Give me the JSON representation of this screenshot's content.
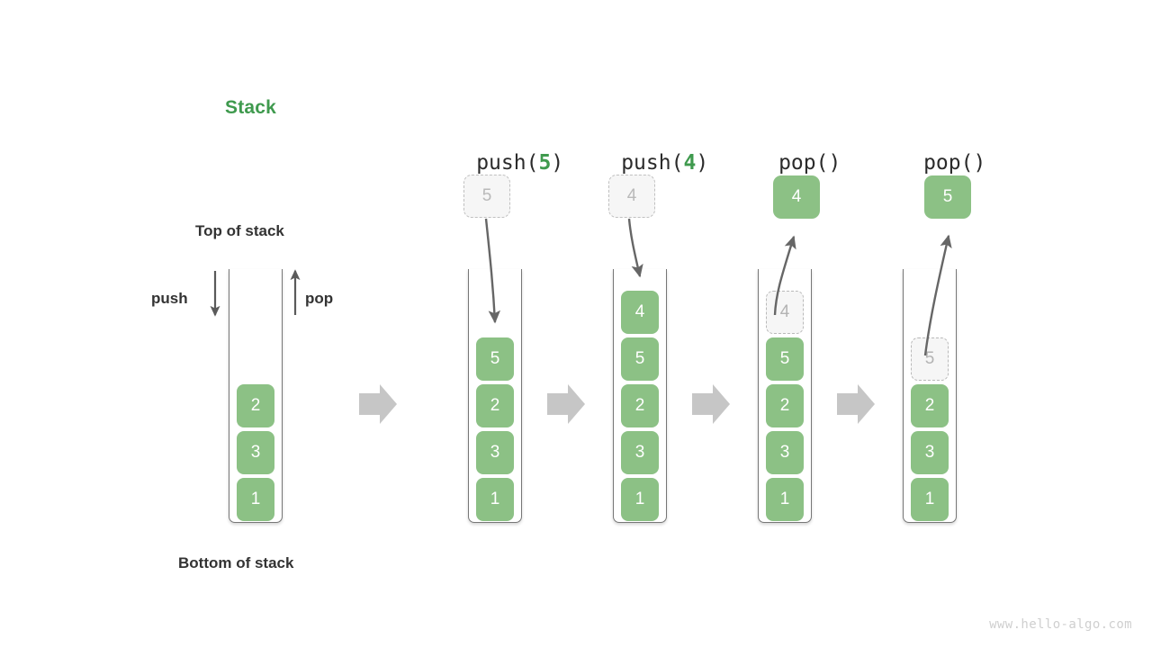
{
  "title": "Stack",
  "accent_color": "#3f9a4e",
  "cell_color": "#8cc185",
  "ghost_color": "#b3b3b3",
  "arrow_color": "#666666",
  "transition_arrow_color": "#c6c6c6",
  "labels": {
    "top_of_stack": "Top of stack",
    "bottom_of_stack": "Bottom of stack",
    "push": "push",
    "pop": "pop"
  },
  "base_stack": {
    "cells": [
      "2",
      "3",
      "1"
    ]
  },
  "columns": [
    {
      "header_prefix": "push(",
      "header_arg": "5",
      "header_suffix": ")",
      "operation": "push",
      "incoming_value": "5",
      "incoming_state": "ghost",
      "cells": [
        "5",
        "2",
        "3",
        "1"
      ],
      "ghost_index": -1
    },
    {
      "header_prefix": "push(",
      "header_arg": "4",
      "header_suffix": ")",
      "operation": "push",
      "incoming_value": "4",
      "incoming_state": "ghost",
      "cells": [
        "4",
        "5",
        "2",
        "3",
        "1"
      ],
      "ghost_index": -1
    },
    {
      "header_prefix": "pop(",
      "header_arg": "",
      "header_suffix": ")",
      "operation": "pop",
      "incoming_value": "4",
      "incoming_state": "solid",
      "cells": [
        "4",
        "5",
        "2",
        "3",
        "1"
      ],
      "ghost_index": 0
    },
    {
      "header_prefix": "pop(",
      "header_arg": "",
      "header_suffix": ")",
      "operation": "pop",
      "incoming_value": "5",
      "incoming_state": "solid",
      "cells": [
        "5",
        "2",
        "3",
        "1"
      ],
      "ghost_index": 0
    }
  ],
  "watermark": "www.hello-algo.com"
}
